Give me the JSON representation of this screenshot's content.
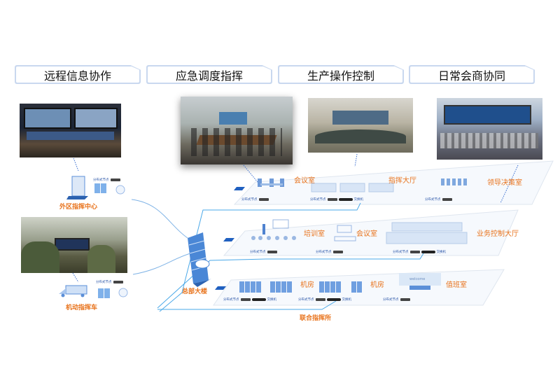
{
  "tabs": [
    {
      "label": "远程信息协作"
    },
    {
      "label": "应急调度指挥"
    },
    {
      "label": "生产操作控制"
    },
    {
      "label": "日常会商协同"
    }
  ],
  "sites": {
    "outer_center": "外区指挥中心",
    "mobile_vehicle": "机动指挥车",
    "hq_building": "总部大楼",
    "joint_command": "联合指挥所"
  },
  "rooms": {
    "row1": [
      "会议室",
      "指挥大厅",
      "领导决策室"
    ],
    "row2": [
      "培训室",
      "会议室",
      "业务控制大厅"
    ],
    "row3": [
      "机房",
      "机房",
      "值班室"
    ]
  },
  "node_labels": {
    "distributed_node": "分布式节点",
    "switch": "交换机",
    "welcome": "welcome"
  },
  "colors": {
    "accent": "#e8731c",
    "line": "#4aa8e8",
    "tab_border": "#c9d8ef"
  }
}
